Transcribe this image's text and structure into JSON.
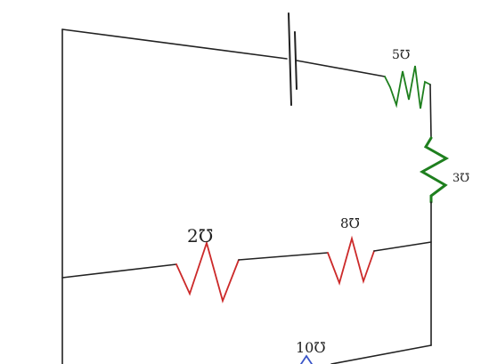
{
  "colors": {
    "wire": "#222222",
    "battery": "#222222",
    "res_top": "#1e7f1e",
    "res_right": "#1e7f1e",
    "res_mid": "#cc2a2a",
    "res_bottom": "#3a55c8"
  },
  "resistors": {
    "top": {
      "label": "5℧",
      "color_key": "res_top"
    },
    "right": {
      "label": "3℧",
      "color_key": "res_right"
    },
    "left_mid": {
      "label": "2℧",
      "color_key": "res_mid"
    },
    "right_mid": {
      "label": "8℧",
      "color_key": "res_mid"
    },
    "bottom": {
      "label": "10℧",
      "color_key": "res_bottom"
    }
  }
}
